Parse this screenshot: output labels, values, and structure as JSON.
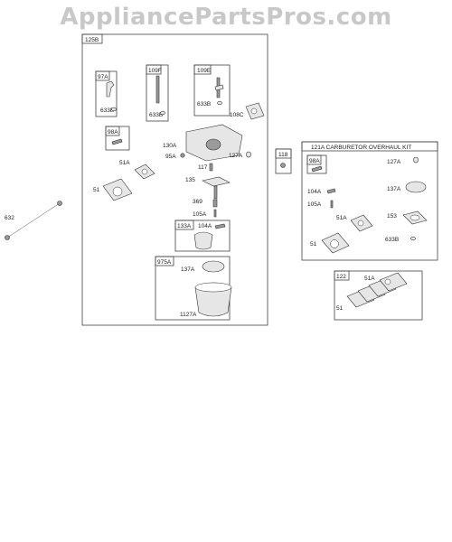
{
  "watermark": "AppliancePartsPros.com",
  "kit_title": "121A CARBURETOR OVERHAUL KIT",
  "labels": {
    "main_box": "125B",
    "p97A": "97A",
    "p633B_a": "633B",
    "p109F": "109F",
    "p633B_b": "633B",
    "p109E": "109E",
    "p633B_c": "633B",
    "p108C": "108C",
    "p98A": "98A",
    "p130A": "130A",
    "p95A": "95A",
    "p127A": "127A",
    "p117": "117",
    "p51A": "51A",
    "p51": "51",
    "p135": "135",
    "p369": "369",
    "p105A": "105A",
    "p133A": "133A",
    "p104A": "104A",
    "p975A": "975A",
    "p137A": "137A",
    "p1127A": "1127A",
    "p632": "632",
    "p118": "118",
    "k98A": "98A",
    "k127A": "127A",
    "k104A": "104A",
    "k105A": "105A",
    "k137A": "137A",
    "k51A": "51A",
    "k153": "153",
    "k51": "51",
    "k633B": "633B",
    "p122": "122",
    "g51A": "51A",
    "g51": "51"
  },
  "colors": {
    "watermark": "#c8c8c8",
    "lines": "#444444"
  }
}
